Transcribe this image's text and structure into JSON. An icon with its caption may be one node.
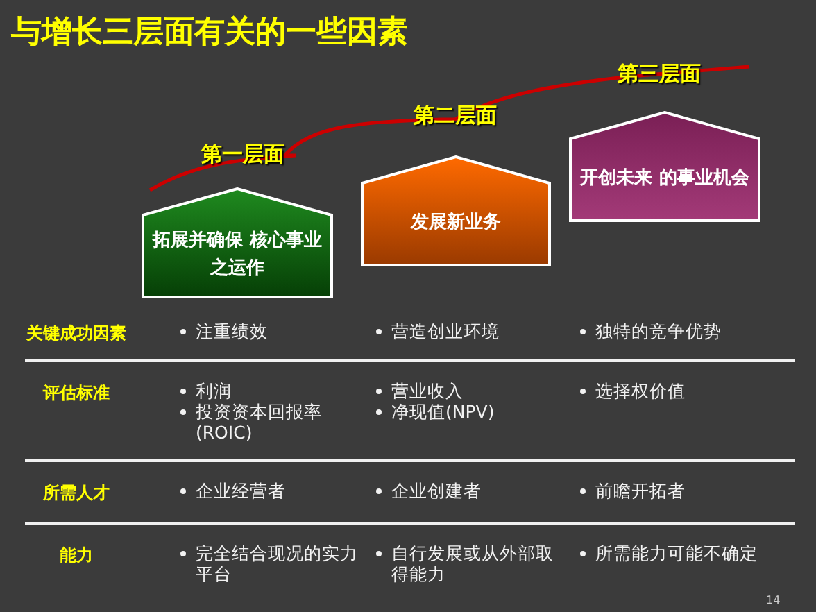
{
  "diagram": {
    "title": "与增长三层面有关的一些因素",
    "nodes": [
      {
        "text": [
          "拓展并确保 核心事业之运作"
        ]
      },
      {
        "text": [
          "发展新业务"
        ]
      },
      {
        "text": [
          "开创未来 的事业机会"
        ]
      }
    ],
    "edges": [],
    "labels": [
      "第一层面",
      "第二层面",
      "第三层面",
      "关键成功因素",
      "注重绩效",
      "营造创业环境",
      "独特的竞争优势",
      "评估标准",
      "利润",
      "投资资本回报率 (ROIC)",
      "营业收入",
      "净现值(NPV)",
      "选择权价值",
      "所需人才",
      "企业经营者",
      "企业创建者",
      "前瞻开拓者",
      "能力",
      "完全结合现况的实力平台",
      "自行发展或从外部取得能力",
      "所需能力可能不确定",
      "14"
    ]
  }
}
